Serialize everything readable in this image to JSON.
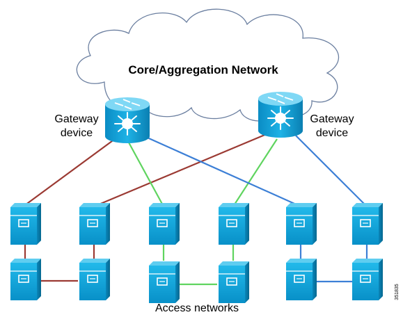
{
  "cloud": {
    "title": "Core/Aggregation Network"
  },
  "gateways": [
    {
      "label_line1": "Gateway",
      "label_line2": "device"
    },
    {
      "label_line1": "Gateway",
      "label_line2": "device"
    }
  ],
  "footer": {
    "label": "Access networks"
  },
  "figure_id": "351835",
  "colors": {
    "red_link": "#9b3a33",
    "green_link": "#5fd45f",
    "blue_link": "#3c7fd6",
    "device_blue": "#0aa1d6",
    "cloud_outline": "#6b7fa0"
  },
  "icons": {
    "gateway": "router-icon",
    "access_device": "switch-icon"
  }
}
